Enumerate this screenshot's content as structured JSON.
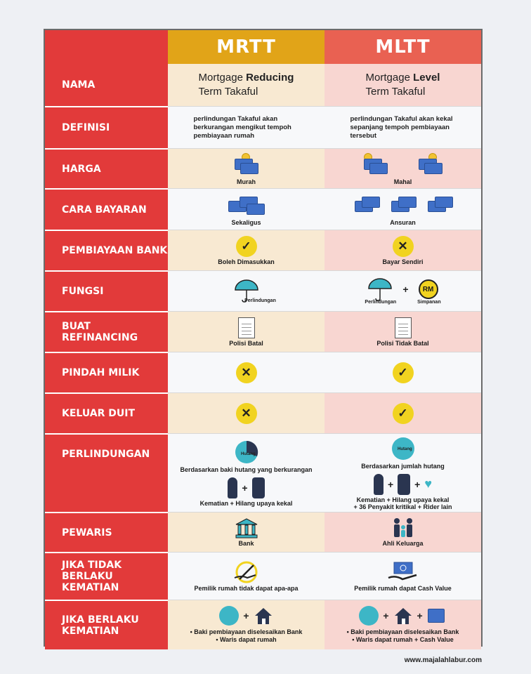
{
  "header": {
    "mrtt": "MRTT",
    "mltt": "MLTT"
  },
  "rows": {
    "nama": {
      "label": "NAMA",
      "mrtt_pre": "Mortgage ",
      "mrtt_bold": "Reducing",
      "mrtt_post": "Term Takaful",
      "mltt_pre": "Mortgage ",
      "mltt_bold": "Level",
      "mltt_post": "Term Takaful"
    },
    "definisi": {
      "label": "DEFINISI",
      "mrtt": "perlindungan Takaful akan berkurangan mengikut tempoh pembiayaan rumah",
      "mltt": "perlindungan Takaful akan kekal sepanjang tempoh pembiayaan tersebut"
    },
    "harga": {
      "label": "HARGA",
      "mrtt": "Murah",
      "mltt": "Mahal"
    },
    "cara": {
      "label": "CARA BAYARAN",
      "mrtt": "Sekaligus",
      "mltt": "Ansuran"
    },
    "pembiayaan": {
      "label": "PEMBIAYAAN BANK",
      "mrtt": "Boleh Dimasukkan",
      "mltt": "Bayar Sendiri"
    },
    "fungsi": {
      "label": "FUNGSI",
      "mrtt": "Perlindungan",
      "mltt_a": "Perlindungan",
      "mltt_b": "Simpanan",
      "rm": "RM"
    },
    "refinancing": {
      "label": "BUAT REFINANCING",
      "mrtt": "Polisi Batal",
      "mltt": "Polisi Tidak Batal"
    },
    "pindah": {
      "label": "PINDAH MILIK"
    },
    "keluar": {
      "label": "KELUAR DUIT"
    },
    "perlindungan": {
      "label": "PERLINDUNGAN",
      "hutang": "Hutang",
      "mrtt_a": "Berdasarkan baki hutang yang berkurangan",
      "mrtt_b": "Kematian + Hilang upaya kekal",
      "mltt_a": "Berdasarkan jumlah hutang",
      "mltt_b": "Kematian + Hilang upaya kekal",
      "mltt_c": "+ 36 Penyakit kritikal + Rider lain"
    },
    "pewaris": {
      "label": "PEWARIS",
      "mrtt": "Bank",
      "mltt": "Ahli Keluarga"
    },
    "tidak": {
      "label": "JIKA TIDAK BERLAKU KEMATIAN",
      "mrtt": "Pemilik rumah tidak dapat apa-apa",
      "mltt": "Pemilik rumah dapat Cash Value"
    },
    "berlaku": {
      "label": "JIKA BERLAKU KEMATIAN",
      "mrtt_a": "• Baki pembiayaan diselesaikan Bank",
      "mrtt_b": "• Waris dapat rumah",
      "mltt_a": "• Baki pembiayaan diselesaikan Bank",
      "mltt_b": "• Waris dapat rumah + Cash Value"
    }
  },
  "symbols": {
    "check": "✓",
    "cross": "✕",
    "plus": "+"
  },
  "footer": "www.majalahlabur.com",
  "colors": {
    "red": "#e23a3a",
    "mrtt": "#e1a418",
    "mltt": "#e96152",
    "yellow": "#f1d320"
  }
}
